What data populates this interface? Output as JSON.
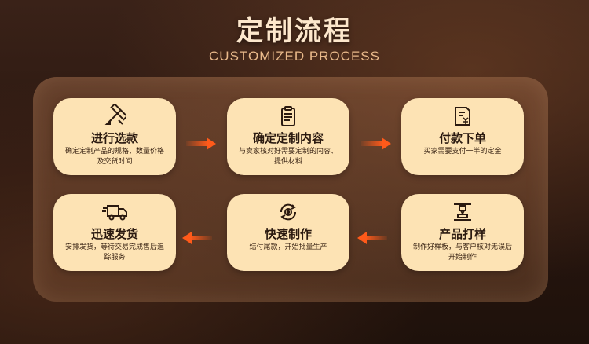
{
  "header": {
    "title": "定制流程",
    "subtitle": "CUSTOMIZED PROCESS"
  },
  "steps": [
    {
      "name": "进行选款",
      "desc": "确定定制产品的规格，数量价格及交货时间",
      "icon": "pencil-ruler-icon"
    },
    {
      "name": "确定定制内容",
      "desc": "与卖家核对好需要定制的内容、提供材料",
      "icon": "clipboard-icon"
    },
    {
      "name": "付款下单",
      "desc": "买家需要支付一半的定金",
      "icon": "invoice-yen-icon"
    },
    {
      "name": "产品打样",
      "desc": "制作好样板，与客户核对无误后开始制作",
      "icon": "printer-3d-icon"
    },
    {
      "name": "快速制作",
      "desc": "结付尾款，开始批量生产",
      "icon": "gear-cycle-icon"
    },
    {
      "name": "迅速发货",
      "desc": "安排发货，等待交易完成售后追踪服务",
      "icon": "delivery-truck-icon"
    }
  ],
  "colors": {
    "card": "#fde3b4",
    "arrow": "#ff5a1a",
    "title": "#fde7cc",
    "subtitle": "#e9b98a"
  }
}
